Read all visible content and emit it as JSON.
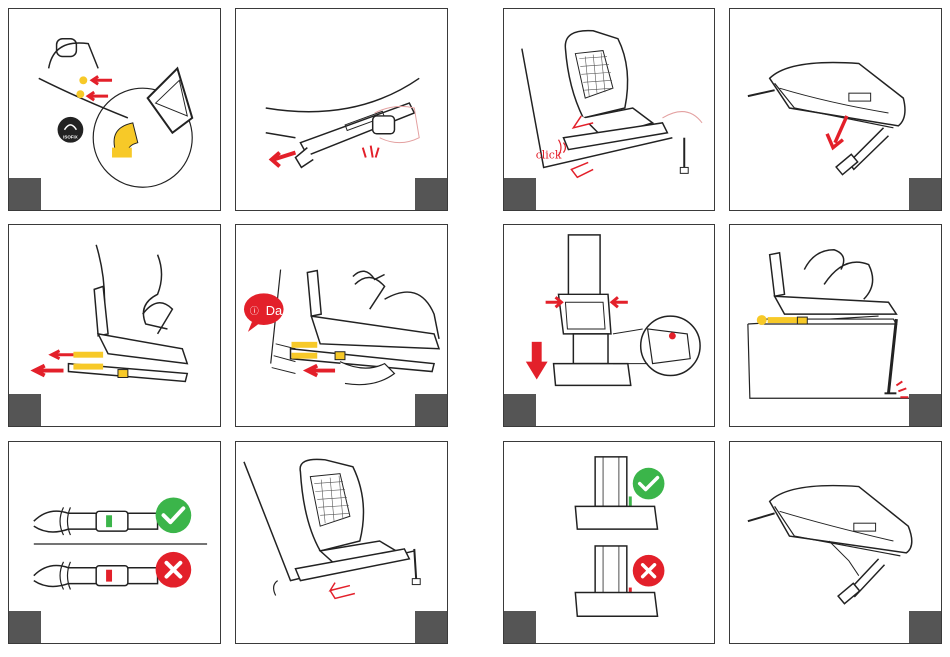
{
  "colors": {
    "line": "#222222",
    "accent_red": "#e3202a",
    "yellow": "#f7c928",
    "green": "#3bb54a",
    "badge_gray": "#555555"
  },
  "labels": {
    "isofix": "ISOFIX",
    "click": "click",
    "da": "Da"
  },
  "icons": {
    "check": "check-circle-icon",
    "cross": "cross-circle-icon",
    "sound": "sound-waves-icon"
  }
}
